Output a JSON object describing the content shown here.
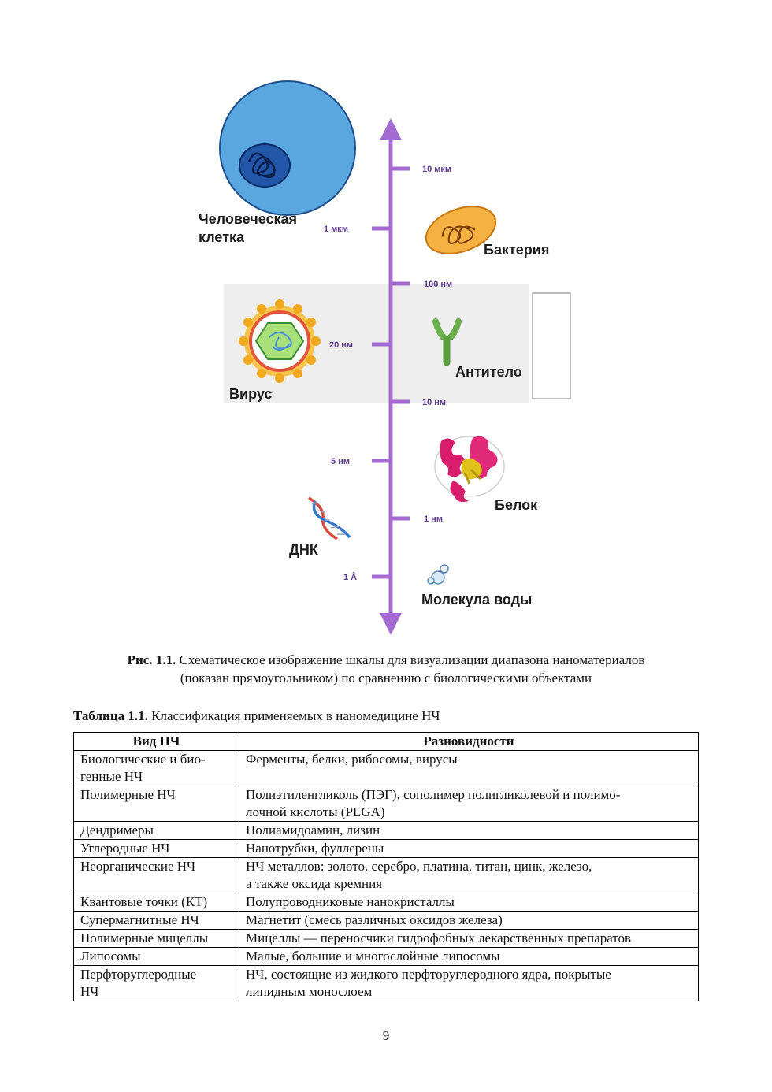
{
  "figure": {
    "labels": {
      "cell": [
        "Человеческая",
        "клетка"
      ],
      "bacteria": "Бактерия",
      "virus": "Вирус",
      "antibody": "Антитело",
      "protein": "Белок",
      "dna": "ДНК",
      "water": "Молекула воды"
    },
    "ticks": {
      "t10um": "10 мкм",
      "t1um": "1 мкм",
      "t100nm": "100 нм",
      "t20nm": "20 нм",
      "t10nm": "10 нм",
      "t5nm": "5 нм",
      "t1nm": "1 нм",
      "t1a": "1 Å"
    },
    "colors": {
      "axis": "#a36ad1",
      "highlight": "#eeeeee",
      "cell": "#4f9fdb",
      "nucleus": "#1d5cb3",
      "bacteria": "#f2a93a",
      "virus": "#f3b12c",
      "antibody": "#6ab04c",
      "protein": "#d81d6d",
      "dna_a": "#d94a3c",
      "dna_b": "#3778c8"
    }
  },
  "caption": {
    "prefix": "Рис. 1.1.",
    "line1": " Схематическое изображение шкалы для визуализации диапазона наноматериалов",
    "line2": "(показан прямоугольником) по сравнению с биологическими объектами"
  },
  "table": {
    "title_prefix": "Таблица 1.1.",
    "title_text": " Классификация применяемых в наномедицине НЧ",
    "headers": [
      "Вид НЧ",
      "Разновидности"
    ],
    "rows": [
      [
        "Биологические и био-\nгенные НЧ",
        "Ферменты, белки, рибосомы, вирусы"
      ],
      [
        "Полимерные НЧ",
        "Полиэтиленгликоль (ПЭГ), сополимер полигликолевой и полимо-\nлочной кислоты (PLGA)"
      ],
      [
        "Дендримеры",
        "Полиамидоамин, лизин"
      ],
      [
        "Углеродные НЧ",
        "Нанотрубки, фуллерены"
      ],
      [
        "Неорганические НЧ",
        "НЧ металлов: золото, серебро, платина, титан, цинк, железо,\nа также оксида кремния"
      ],
      [
        "Квантовые точки (КТ)",
        "Полупроводниковые нанокристаллы"
      ],
      [
        "Супермагнитные НЧ",
        "Магнетит (смесь различных оксидов железа)"
      ],
      [
        "Полимерные мицеллы",
        "Мицеллы — переносчики гидрофобных лекарственных препаратов"
      ],
      [
        "Липосомы",
        "Малые, большие и многослойные липосомы"
      ],
      [
        "Перфторуглеродные\nНЧ",
        "НЧ, состоящие из жидкого перфторуглеродного ядра, покрытые\nлипидным монослоем"
      ]
    ]
  },
  "page_number": "9"
}
